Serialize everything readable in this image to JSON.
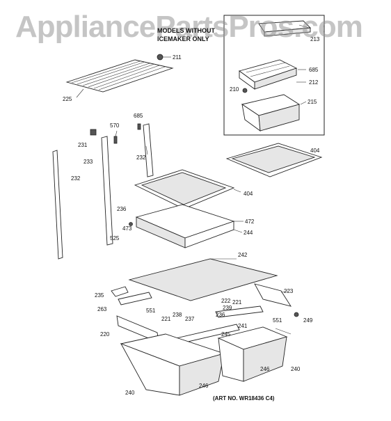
{
  "watermark": "AppliancePartsPros.com",
  "inset_note": [
    "MODELS WITHOUT",
    "ICEMAKER ONLY"
  ],
  "art_number": "(ART NO. WR18436 C4)",
  "callouts": [
    {
      "id": "c211",
      "label": "211"
    },
    {
      "id": "c213",
      "label": "213"
    },
    {
      "id": "c685a",
      "label": "685"
    },
    {
      "id": "c212",
      "label": "212"
    },
    {
      "id": "c210",
      "label": "210"
    },
    {
      "id": "c215",
      "label": "215"
    },
    {
      "id": "c225",
      "label": "225"
    },
    {
      "id": "c685b",
      "label": "685"
    },
    {
      "id": "c570",
      "label": "570"
    },
    {
      "id": "c231",
      "label": "231"
    },
    {
      "id": "c232a",
      "label": "232"
    },
    {
      "id": "c233",
      "label": "233"
    },
    {
      "id": "c404a",
      "label": "404"
    },
    {
      "id": "c232b",
      "label": "232"
    },
    {
      "id": "c404b",
      "label": "404"
    },
    {
      "id": "c236a",
      "label": "236"
    },
    {
      "id": "c472",
      "label": "472"
    },
    {
      "id": "c473",
      "label": "473"
    },
    {
      "id": "c244",
      "label": "244"
    },
    {
      "id": "c525",
      "label": "525"
    },
    {
      "id": "c242",
      "label": "242"
    },
    {
      "id": "c223",
      "label": "223"
    },
    {
      "id": "c235",
      "label": "235"
    },
    {
      "id": "c222",
      "label": "222"
    },
    {
      "id": "c263",
      "label": "263"
    },
    {
      "id": "c221a",
      "label": "221"
    },
    {
      "id": "c239",
      "label": "239"
    },
    {
      "id": "c551a",
      "label": "551"
    },
    {
      "id": "c236b",
      "label": "236"
    },
    {
      "id": "c238",
      "label": "238"
    },
    {
      "id": "c237",
      "label": "237"
    },
    {
      "id": "c221b",
      "label": "221"
    },
    {
      "id": "c551b",
      "label": "551"
    },
    {
      "id": "c249",
      "label": "249"
    },
    {
      "id": "c241",
      "label": "241"
    },
    {
      "id": "c220",
      "label": "220"
    },
    {
      "id": "c245",
      "label": "245"
    },
    {
      "id": "c246a",
      "label": "246"
    },
    {
      "id": "c246b",
      "label": "246"
    },
    {
      "id": "c240a",
      "label": "240"
    },
    {
      "id": "c240b",
      "label": "240"
    }
  ]
}
